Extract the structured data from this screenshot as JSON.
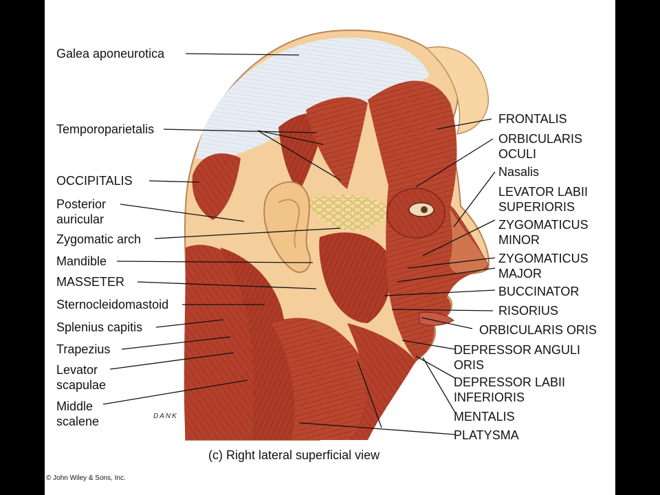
{
  "left_labels": [
    {
      "id": "galea",
      "text": "Galea aponeurotica"
    },
    {
      "id": "temporoparietalis",
      "text": "Temporoparietalis"
    },
    {
      "id": "occipitalis",
      "text": "OCCIPITALIS"
    },
    {
      "id": "posterior-auricular",
      "text": "Posterior\nauricular"
    },
    {
      "id": "zygomatic-arch",
      "text": "Zygomatic arch"
    },
    {
      "id": "mandible",
      "text": "Mandible"
    },
    {
      "id": "masseter",
      "text": "MASSETER"
    },
    {
      "id": "sternocleidomastoid",
      "text": "Sternocleidomastoid"
    },
    {
      "id": "splenius-capitis",
      "text": "Splenius capitis"
    },
    {
      "id": "trapezius",
      "text": "Trapezius"
    },
    {
      "id": "levator-scapulae",
      "text": "Levator\nscapulae"
    },
    {
      "id": "middle-scalene",
      "text": "Middle\nscalene"
    }
  ],
  "right_labels": [
    {
      "id": "frontalis",
      "text": "FRONTALIS"
    },
    {
      "id": "orbicularis-oculi",
      "text": "ORBICULARIS\nOCULI"
    },
    {
      "id": "nasalis",
      "text": "Nasalis"
    },
    {
      "id": "levator-labii-superioris",
      "text": "LEVATOR LABII\nSUPERIORIS"
    },
    {
      "id": "zygomaticus-minor",
      "text": "ZYGOMATICUS\nMINOR"
    },
    {
      "id": "zygomaticus-major",
      "text": "ZYGOMATICUS\nMAJOR"
    },
    {
      "id": "buccinator",
      "text": "BUCCINATOR"
    },
    {
      "id": "risorius",
      "text": "RISORIUS"
    },
    {
      "id": "orbicularis-oris",
      "text": "ORBICULARIS ORIS"
    },
    {
      "id": "depressor-anguli-oris",
      "text": "DEPRESSOR ANGULI\nORIS"
    },
    {
      "id": "depressor-labii-inferioris",
      "text": "DEPRESSOR LABII\nINFERIORIS"
    },
    {
      "id": "mentalis",
      "text": "MENTALIS"
    },
    {
      "id": "platysma",
      "text": "PLATYSMA"
    }
  ],
  "caption": "(c) Right lateral superficial view",
  "copyright": "© John Wiley & Sons, Inc.",
  "signature": "DANK",
  "colors": {
    "muscle": "#b4402c",
    "muscle_dark": "#7e2417",
    "skin": "#f4cf9c",
    "aponeurosis": "#e6ecf2",
    "fat": "#f1dc9a",
    "background": "#000000",
    "slide": "#ffffff"
  }
}
